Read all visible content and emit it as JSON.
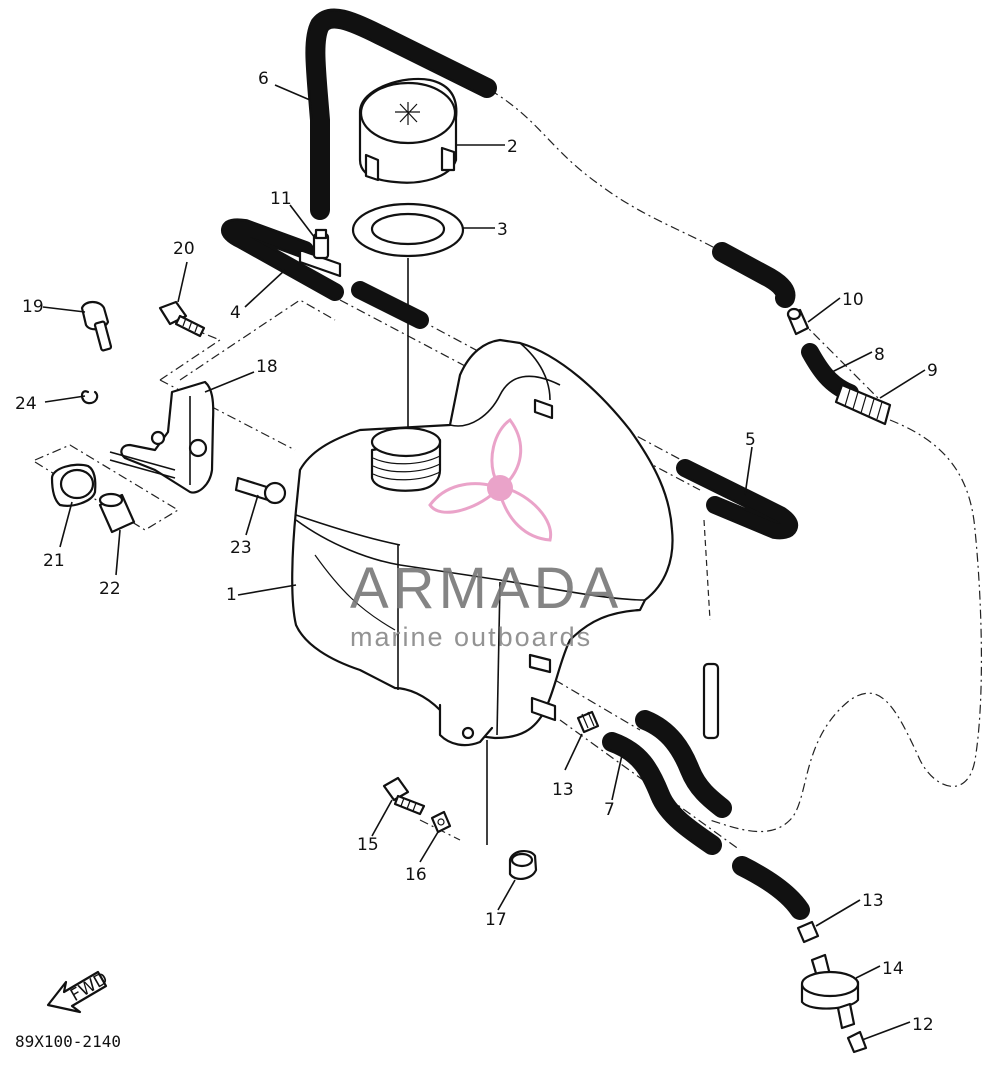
{
  "diagram": {
    "drawing_code": "89X100-2140",
    "fwd_label": "FWD",
    "callouts": [
      "1",
      "2",
      "3",
      "4",
      "5",
      "6",
      "7",
      "8",
      "9",
      "10",
      "11",
      "12",
      "13",
      "13",
      "14",
      "15",
      "16",
      "17",
      "18",
      "19",
      "20",
      "21",
      "22",
      "23",
      "24"
    ]
  },
  "watermark": {
    "brand": "ARMADA",
    "tagline": "marine outboards",
    "logo_icon": "propeller-icon",
    "color": "#e89ac4"
  }
}
